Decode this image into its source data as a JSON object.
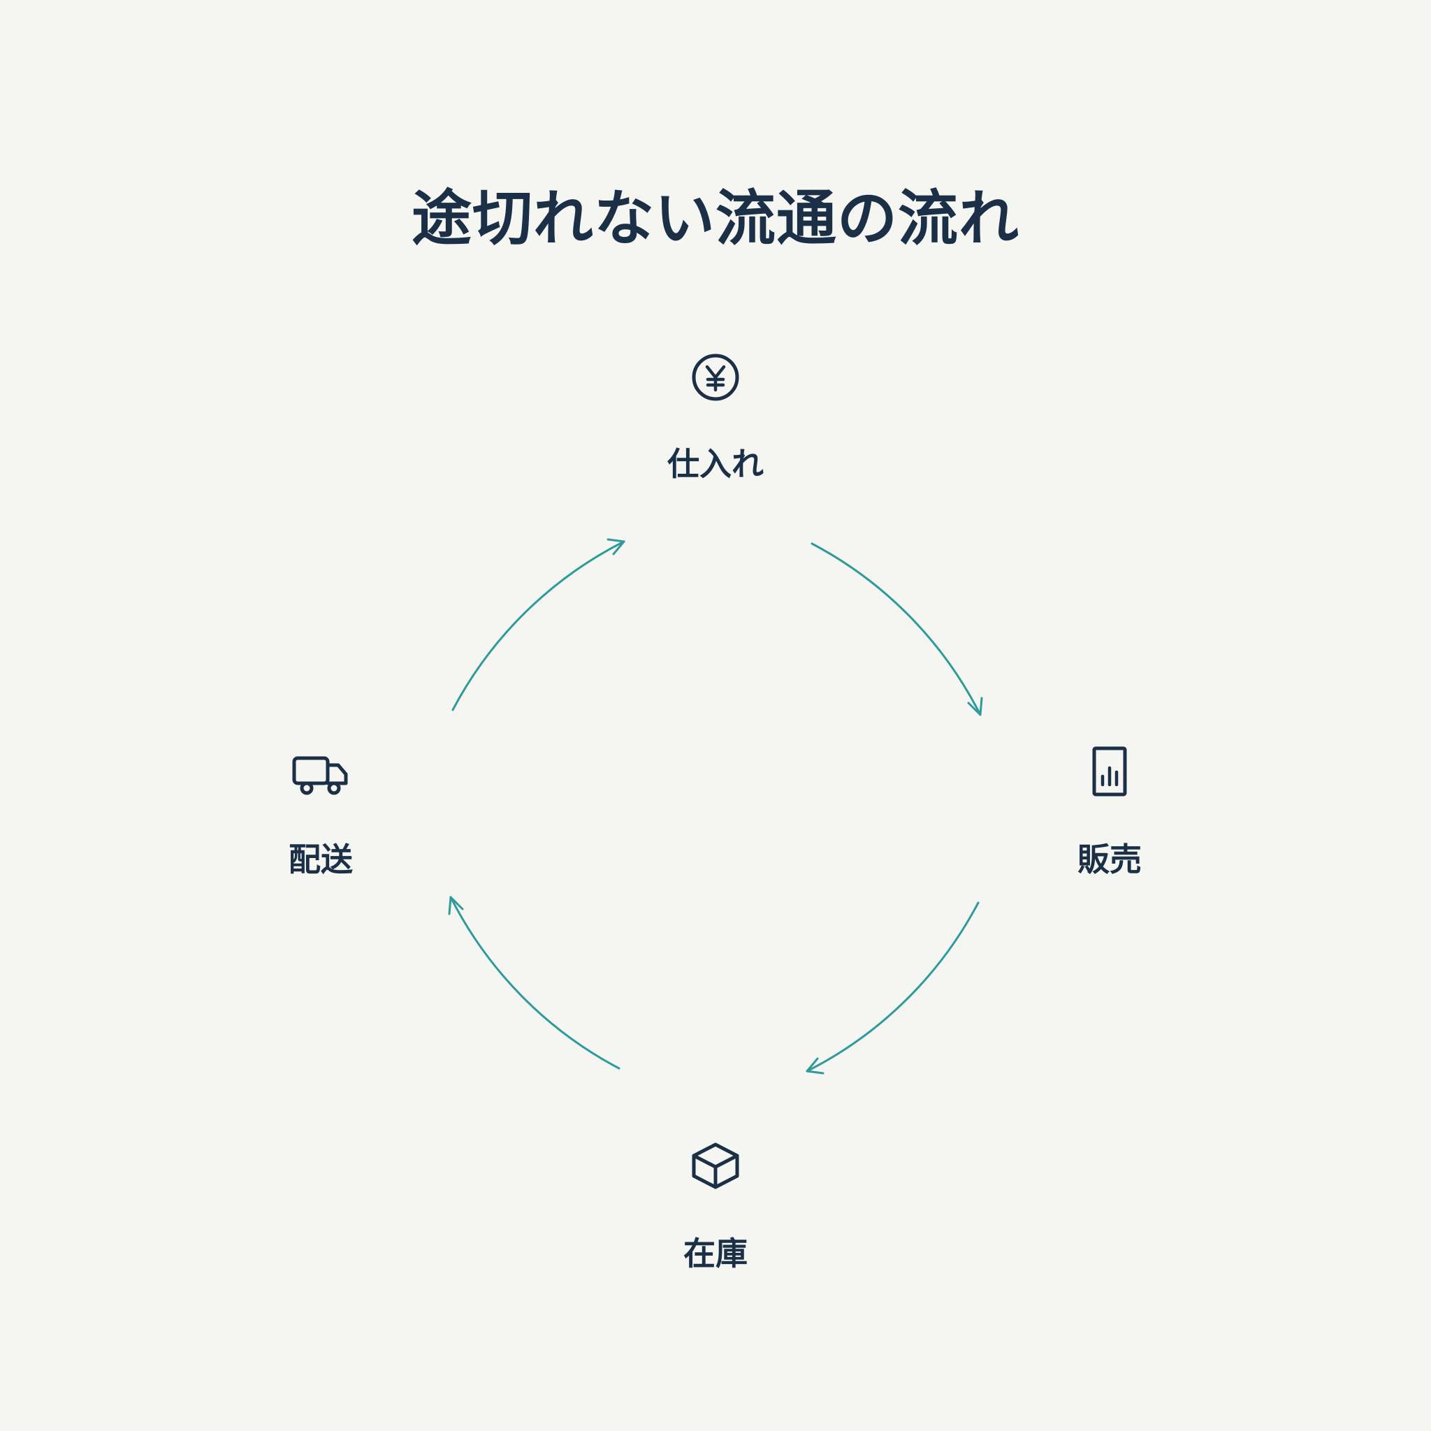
{
  "title": "途切れない流通の流れ",
  "colors": {
    "background": "#f5f6f1",
    "text": "#1b2f47",
    "arrow": "#2e9a9a"
  },
  "nodes": [
    {
      "id": "purchase",
      "label": "仕入れ",
      "icon": "yen-circle-icon"
    },
    {
      "id": "sales",
      "label": "販売",
      "icon": "bar-chart-document-icon"
    },
    {
      "id": "inventory",
      "label": "在庫",
      "icon": "box-icon"
    },
    {
      "id": "delivery",
      "label": "配送",
      "icon": "truck-icon"
    }
  ],
  "edges": [
    {
      "from": "purchase",
      "to": "sales"
    },
    {
      "from": "sales",
      "to": "inventory"
    },
    {
      "from": "inventory",
      "to": "delivery"
    },
    {
      "from": "delivery",
      "to": "purchase"
    }
  ]
}
